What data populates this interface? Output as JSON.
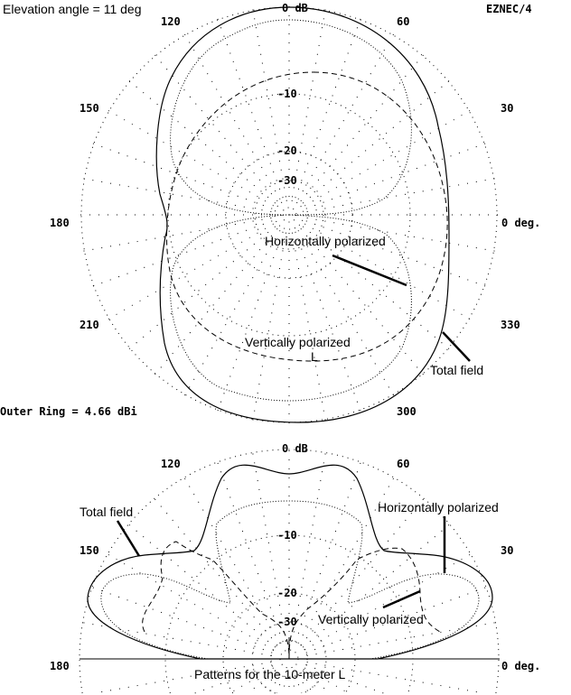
{
  "top_plot": {
    "title": "Elevation angle = 11 deg",
    "brand": "EZNEC/4",
    "outer_ring": "Outer Ring = 4.66 dBi",
    "ring_labels": [
      "0 dB",
      "-10",
      "-20",
      "-30"
    ],
    "angle_labels": {
      "a0": "0 deg.",
      "a30": "30",
      "a60": "60",
      "a120": "120",
      "a150": "150",
      "a180": "180",
      "a210": "210",
      "a300": "300",
      "a330": "330"
    },
    "annotations": {
      "horizontal": "Horizontally polarized",
      "vertical": "Vertically polarized",
      "vertical_mark": "L",
      "total": "Total field"
    }
  },
  "bottom_plot": {
    "ring_labels": [
      "0 dB",
      "-10",
      "-20",
      "-30"
    ],
    "angle_labels": {
      "a0": "0 deg.",
      "a30": "30",
      "a60": "60",
      "a120": "120",
      "a150": "150",
      "a180": "180"
    },
    "annotations": {
      "total": "Total field",
      "horizontal": "Horizontally polarized",
      "vertical": "Vertically polarized"
    },
    "caption": "Patterns for the 10-meter L"
  }
}
